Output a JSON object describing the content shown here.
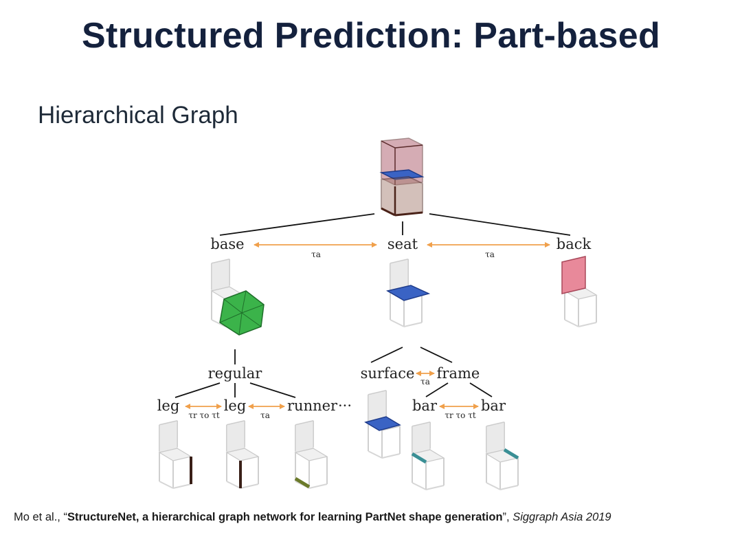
{
  "slide": {
    "title": "Structured Prediction: Part-based",
    "subtitle": "Hierarchical Graph"
  },
  "diagram": {
    "nodes": {
      "base": "base",
      "seat": "seat",
      "back": "back",
      "regular": "regular",
      "leg_1": "leg",
      "leg_2": "leg",
      "runner": "runner",
      "ellipsis": "···",
      "surface": "surface",
      "frame": "frame",
      "bar_1": "bar",
      "bar_2": "bar"
    },
    "edge_labels": {
      "base_seat": "τa",
      "seat_back": "τa",
      "surface_frame": "τa",
      "leg_leg": "τr τo τt",
      "leg_runner": "τa",
      "bar_bar": "τr τo τt"
    },
    "colors": {
      "edge_arrow": "#f0a04b",
      "tree_line": "#111111",
      "chair_base_outline": "#cccccc",
      "highlight_back": "#e8899a",
      "highlight_seat": "#3a63c4",
      "highlight_base": "#3bb34a",
      "highlight_leg": "#3a2018",
      "highlight_runner": "#6b7a2a",
      "highlight_bar": "#3a8f95"
    }
  },
  "citation": {
    "authors": "Mo et al., “",
    "title": "StructureNet, a hierarchical graph network for learning PartNet shape generation",
    "separator": "”, ",
    "venue": "Siggraph Asia 2019"
  }
}
